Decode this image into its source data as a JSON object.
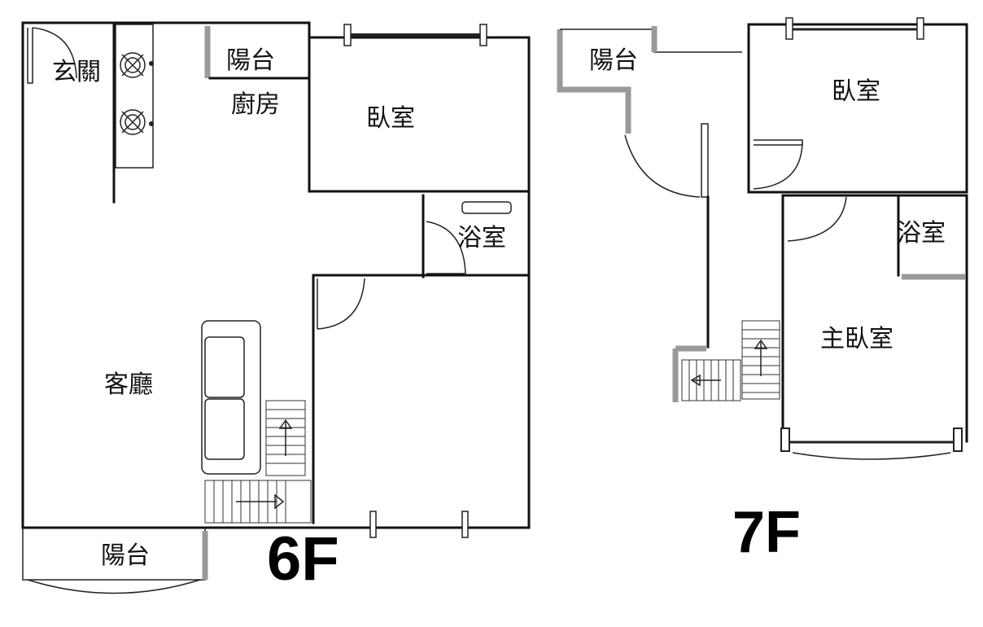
{
  "floors": [
    {
      "name": "6F",
      "rooms": [
        {
          "id": "entrance",
          "label": "玄關"
        },
        {
          "id": "balcony_kitchen",
          "label": "陽台"
        },
        {
          "id": "kitchen",
          "label": "廚房"
        },
        {
          "id": "bedroom",
          "label": "臥室"
        },
        {
          "id": "bathroom",
          "label": "浴室"
        },
        {
          "id": "living_room",
          "label": "客廳"
        },
        {
          "id": "balcony_front",
          "label": "陽台"
        }
      ]
    },
    {
      "name": "7F",
      "rooms": [
        {
          "id": "balcony",
          "label": "陽台"
        },
        {
          "id": "bedroom",
          "label": "臥室"
        },
        {
          "id": "bathroom",
          "label": "浴室"
        },
        {
          "id": "master_bedroom",
          "label": "主臥室"
        }
      ]
    }
  ]
}
